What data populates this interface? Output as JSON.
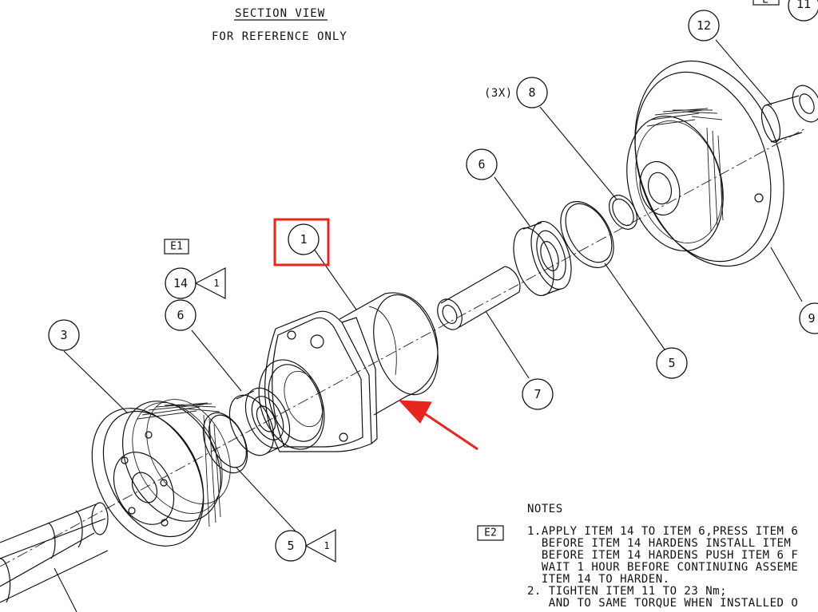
{
  "header": {
    "title": "SECTION VIEW",
    "subtitle": "FOR REFERENCE ONLY"
  },
  "balloons": {
    "item_1": "1",
    "item_3": "3",
    "item_5a": "5",
    "item_5b": "5",
    "item_6a": "6",
    "item_6b": "6",
    "item_7": "7",
    "item_8": "8",
    "item_9": "9",
    "item_11": "11",
    "item_12": "12",
    "item_14": "14"
  },
  "qty_8": "(3X)",
  "flags": {
    "e1": "E1",
    "e2": "E2",
    "e_partial": "E"
  },
  "triangles": {
    "tri_14": "1",
    "tri_5": "1"
  },
  "notes": {
    "heading": "NOTES",
    "lines": [
      "1.APPLY ITEM 14 TO ITEM 6,PRESS ITEM 6",
      "  BEFORE ITEM 14 HARDENS INSTALL ITEM",
      "  BEFORE ITEM 14 HARDENS PUSH ITEM 6 F",
      "  WAIT 1 HOUR BEFORE CONTINUING ASSEME",
      "  ITEM 14 TO HARDEN.",
      "2. TIGHTEN ITEM 11 TO 23 Nm;",
      "   AND TO SAME TORQUE WHEN INSTALLED O"
    ]
  },
  "annotation": {
    "highlight_color": "#e8261e"
  }
}
